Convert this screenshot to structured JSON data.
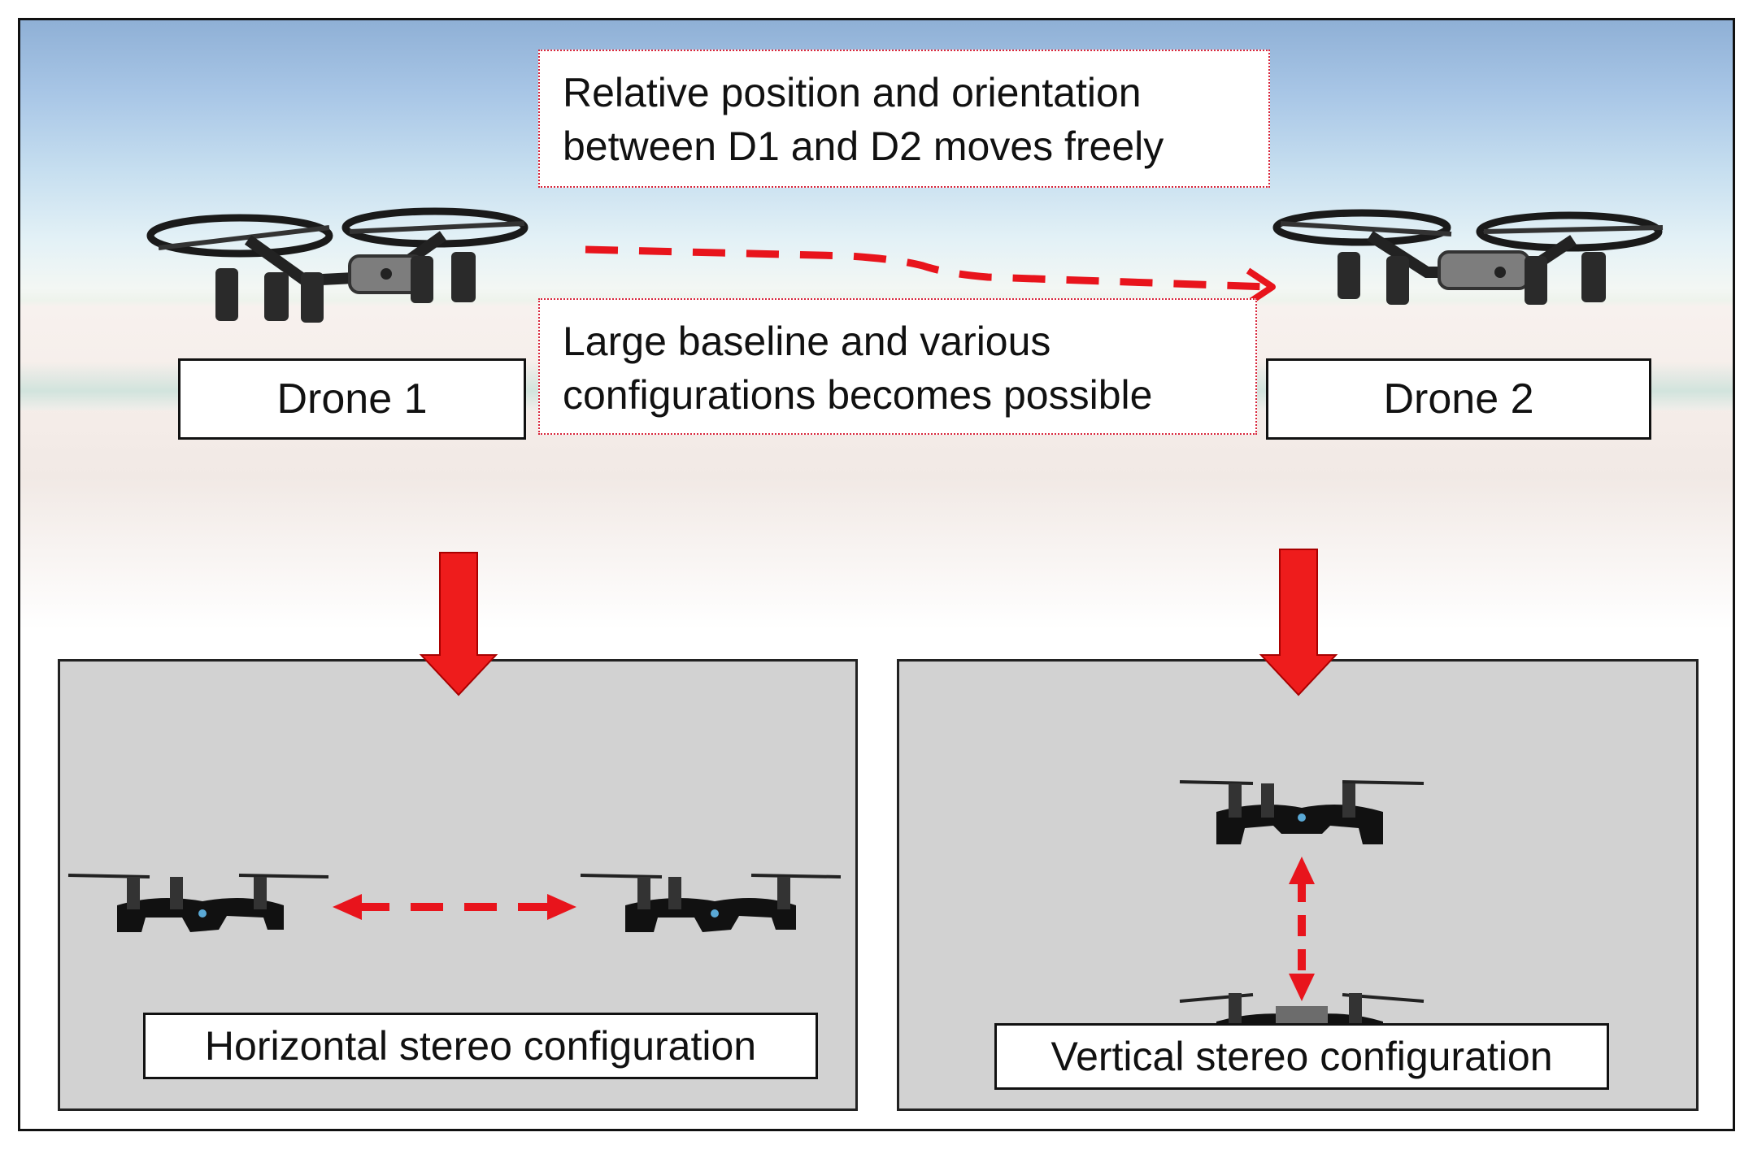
{
  "top_scene": {
    "note_top": {
      "line1": "Relative position and orientation",
      "line2": "between D1 and D2 moves freely"
    },
    "note_bottom": {
      "line1": "Large baseline and various",
      "line2": "configurations becomes possible"
    },
    "drone1_label": "Drone 1",
    "drone2_label": "Drone 2"
  },
  "left_panel": {
    "caption": "Horizontal stereo configuration"
  },
  "right_panel": {
    "caption": "Vertical stereo configuration"
  },
  "colors": {
    "arrow_red": "#ee1c1c",
    "dashed_red": "#e8141c",
    "note_border": "#d8263b",
    "panel_bg": "#d2d2d2"
  }
}
